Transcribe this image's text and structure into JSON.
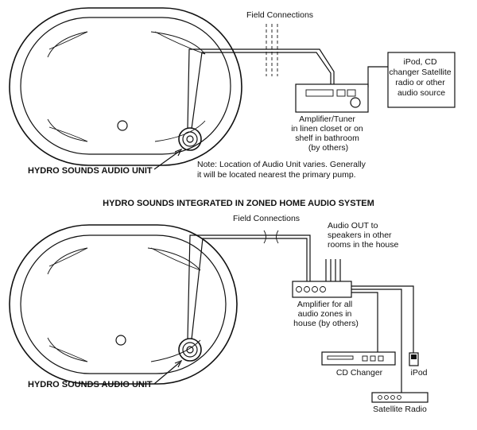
{
  "top": {
    "field_connections": "Field Connections",
    "source_box": [
      "iPod, CD",
      "changer Satellite",
      "radio or other",
      "audio source"
    ],
    "amplifier_label": [
      "Amplifier/Tuner",
      "in linen closet or on",
      "shelf in bathroom",
      "(by others)"
    ],
    "note": [
      "Note: Location of Audio Unit varies. Generally",
      "it will be located nearest the primary pump."
    ],
    "audio_unit_label": "HYDRO SOUNDS AUDIO UNIT"
  },
  "section_title": "HYDRO SOUNDS INTEGRATED IN ZONED HOME AUDIO SYSTEM",
  "bottom": {
    "field_connections": "Field Connections",
    "audio_out": [
      "Audio OUT to",
      "speakers in other",
      "rooms in the house"
    ],
    "amplifier_label": [
      "Amplifier for all",
      "audio zones in",
      "house (by others)"
    ],
    "cd_changer": "CD Changer",
    "ipod": "iPod",
    "satellite_radio": "Satellite Radio",
    "audio_unit_label": "HYDRO SOUNDS AUDIO UNIT"
  }
}
